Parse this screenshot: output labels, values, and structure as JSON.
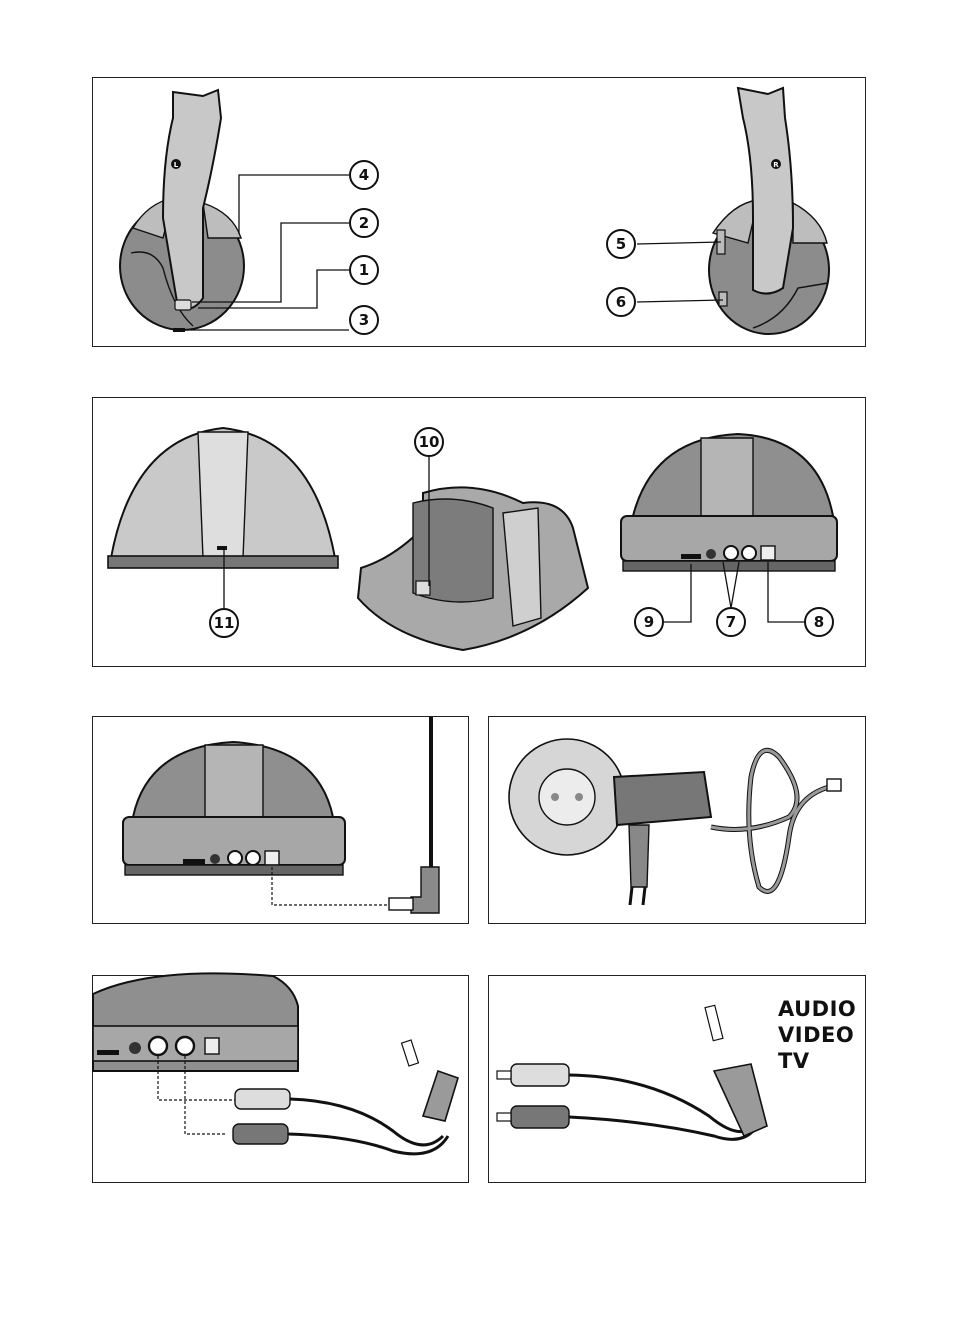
{
  "figure_1": {
    "callouts": [
      "4",
      "2",
      "1",
      "3",
      "5",
      "6"
    ],
    "headphone_markers": {
      "left": "L",
      "right": "R"
    }
  },
  "figure_2": {
    "callouts": [
      "10",
      "11",
      "9",
      "7",
      "8"
    ]
  },
  "figure_6": {
    "labels": [
      "AUDIO",
      "VIDEO",
      "TV"
    ]
  },
  "colors": {
    "dark_gray": "#8a8a8a",
    "mid_gray": "#a6a6a6",
    "light_gray": "#cfcfcf",
    "outline": "#111111"
  }
}
